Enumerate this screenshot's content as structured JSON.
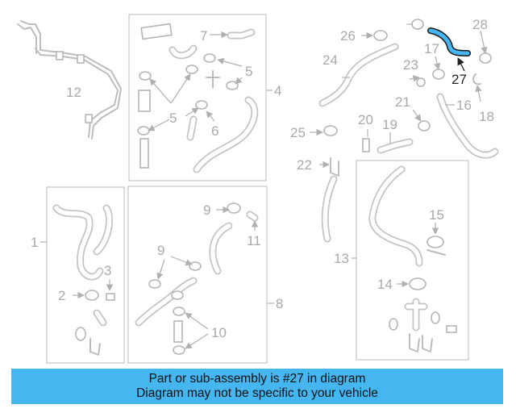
{
  "diagram": {
    "callouts": {
      "c1": "1",
      "c2": "2",
      "c3": "3",
      "c4": "4",
      "c5a": "5",
      "c5b": "5",
      "c6": "6",
      "c7": "7",
      "c8": "8",
      "c9a": "9",
      "c9b": "9",
      "c10": "10",
      "c11": "11",
      "c12": "12",
      "c13": "13",
      "c14": "14",
      "c15": "15",
      "c16": "16",
      "c17": "17",
      "c18": "18",
      "c19": "19",
      "c20": "20",
      "c21": "21",
      "c22": "22",
      "c23": "23",
      "c24": "24",
      "c25": "25",
      "c26": "26",
      "c27": "27",
      "c28": "28"
    },
    "highlight_color": "#45b6f0"
  },
  "caption": {
    "line1": "Part or sub-assembly is #27 in diagram",
    "line2": "Diagram may not be specific to your vehicle",
    "background": "#45b6f0"
  }
}
